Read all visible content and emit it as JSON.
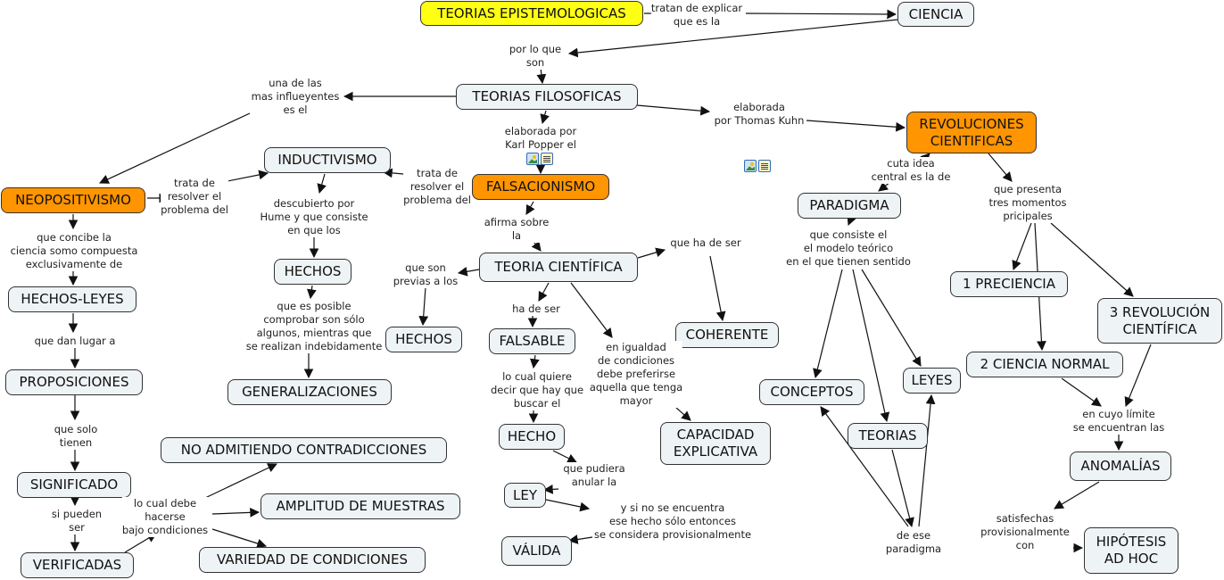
{
  "title": "Mapa conceptual - Teorías Epistemológicas",
  "colors": {
    "root": "#ffff14",
    "highlight": "#ff9500",
    "node": "#eef3f5",
    "border": "#333333",
    "line": "#111111"
  },
  "nodes": {
    "teorias_epist": "TEORIAS EPISTEMOLOGICAS",
    "ciencia": "CIENCIA",
    "teorias_filo": "TEORIAS FILOSOFICAS",
    "neopositivismo": "NEOPOSITIVISMO",
    "inductivismo": "INDUCTIVISMO",
    "falsacionismo": "FALSACIONISMO",
    "revoluciones": "REVOLUCIONES\nCIENTIFICAS",
    "hechos_leyes": "HECHOS-LEYES",
    "hechos1": "HECHOS",
    "proposiciones": "PROPOSICIONES",
    "generalizaciones": "GENERALIZACIONES",
    "significado": "SIGNIFICADO",
    "verificadas": "VERIFICADAS",
    "no_admitiendo": "NO ADMITIENDO CONTRADICCIONES",
    "amplitud": "AMPLITUD DE MUESTRAS",
    "variedad": "VARIEDAD DE CONDICIONES",
    "teoria_cientifica": "TEORIA CIENTÍFICA",
    "hechos2": "HECHOS",
    "falsable": "FALSABLE",
    "coherente": "COHERENTE",
    "hecho": "HECHO",
    "capacidad": "CAPACIDAD\nEXPLICATIVA",
    "ley": "LEY",
    "valida": "VÁLIDA",
    "paradigma": "PARADIGMA",
    "conceptos": "CONCEPTOS",
    "leyes": "LEYES",
    "teorias": "TEORIAS",
    "preciencia": "1 PRECIENCIA",
    "ciencia_normal": "2 CIENCIA NORMAL",
    "revolucion": "3 REVOLUCIÓN\nCIENTÍFICA",
    "anomalias": "ANOMALÍAS",
    "hipotesis": "HIPÓTESIS\nAD HOC"
  },
  "links": {
    "tratan": "tratan de explicar\nque es la",
    "por_lo_que": "por lo que\nson",
    "una_de_las": "una de las\nmas influeyentes\nes el",
    "karl": "elaborada por\nKarl Popper el",
    "kuhn": "elaborada\npor Thomas Kuhn",
    "trata1": "trata de\nresolver el\nproblema del",
    "trata2": "trata de\nresolver el\nproblema del",
    "concibe": "que concibe la\nciencia somo compuesta\nexclusivamente de",
    "descubierto": "descubierto por\nHume y que consiste\nen que los",
    "afirma": "afirma sobre\nla",
    "dan_lugar": "que dan lugar a",
    "posible": "que es posible\ncomprobar son sólo\nalgunos, mientras que\nse realizan indebidamente",
    "previas": "que son\nprevias a los",
    "ha_de_ser_coh": "que ha de ser",
    "ha_de_ser": "ha de ser",
    "igualdad": "en igualdad\nde condiciones\ndebe preferirse\naquella que tenga\nmayor",
    "solo_tienen": "que solo\ntienen",
    "quiere_decir": "lo cual quiere\ndecir que hay que\nbuscar el",
    "si_pueden": "si pueden\nser",
    "debe_hacerse": "lo cual debe\nhacerse\nbajo condiciones",
    "anular": "que pudiera\nanular la",
    "no_encuentra": "y si no se encuentra\nese hecho sólo entonces\nse considera provisionalmente",
    "idea_central": "cuta idea\ncentral es la de",
    "presenta": "que presenta\ntres momentos\npricipales",
    "consiste": "que consiste el\nel modelo teórico\nen el que tienen sentido",
    "ese_paradigma": "de ese\nparadigma",
    "cuyo_limite": "en cuyo límite\nse encuentran las",
    "satisfechas": "satisfechas\nprovisionalmente\ncon"
  },
  "resource_icons": [
    "image-resource-icon",
    "document-resource-icon"
  ]
}
